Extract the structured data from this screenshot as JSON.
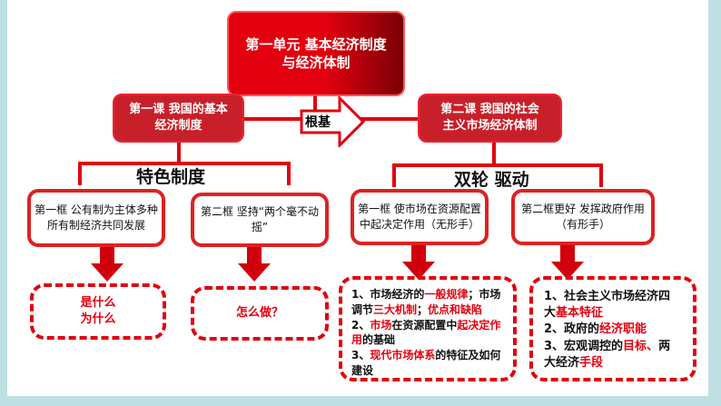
{
  "unit_title": [
    "第一单元  基本经济制度",
    "与经济体制"
  ],
  "lesson1": [
    "第一课  我国的基本",
    "经济制度"
  ],
  "lesson2": [
    "第二课  我国的社会",
    "主义市场经济体制"
  ],
  "relation_label": "根基",
  "heading_left": "特色制度",
  "heading_right": "双轮 驱动",
  "frames": [
    "第一框 公有制为主体多种所有制经济共同发展",
    "第二框  坚持“两个毫不动摇”",
    "第一框 使市场在资源配置中起决定作用（无形手）",
    "第二框更好 发挥政府作用（有形手）"
  ],
  "notes": {
    "left1": [
      "是什么",
      "为什么"
    ],
    "left2": "怎么做？",
    "right1": [
      {
        "a": "1、市场经济的",
        "b": "一般规律",
        "c": "；市场调节",
        "d": "三大机制",
        "e": "；",
        "f": "优点和缺陷"
      },
      {
        "a": "2、",
        "b": "市场",
        "c": "在资源配置中",
        "d": "起决定作用",
        "e": "的基础"
      },
      {
        "a": "3、",
        "b": "现代市场体系",
        "c": "的特征及如何建设"
      }
    ],
    "right2": [
      {
        "a": "1、社会主义市场经济四大",
        "b": "基本特征"
      },
      {
        "a": "2、政府的",
        "b": "经济职能"
      },
      {
        "a": "3、宏观调控的",
        "b": "目标、",
        "c": "两大经济",
        "d": "手段"
      }
    ]
  },
  "colors": {
    "accent": "#e3000f",
    "dark_red": "#7a0006",
    "frame": "#d22",
    "background": "#bfe0e3"
  }
}
